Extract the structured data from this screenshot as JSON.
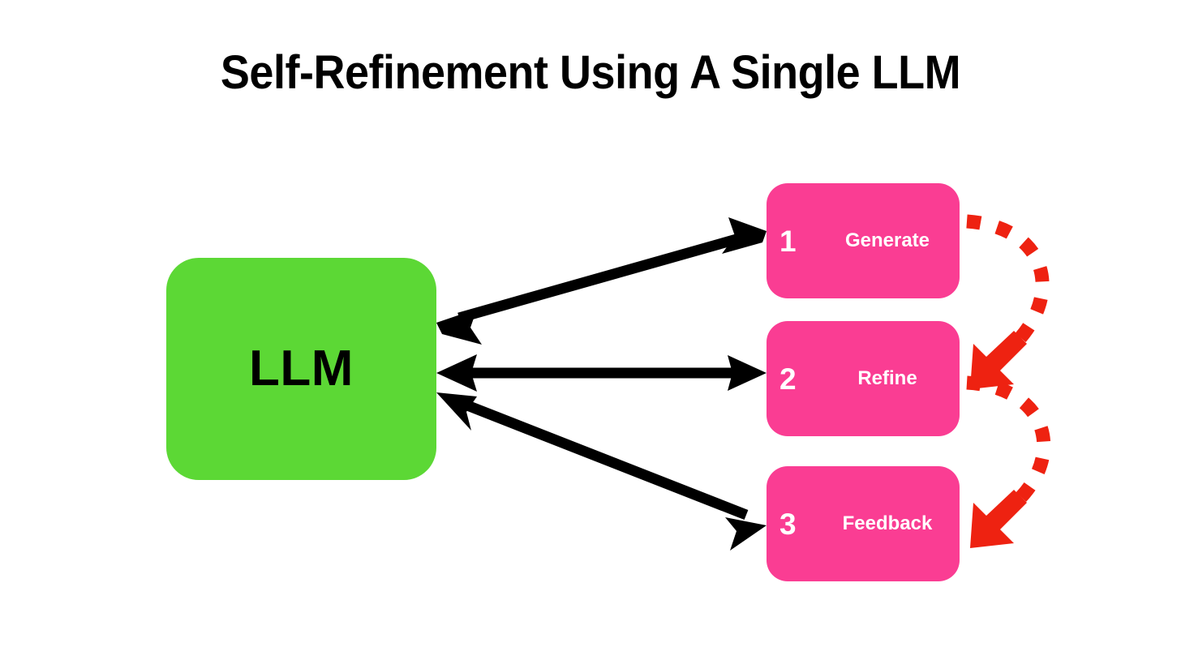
{
  "title": "Self-Refinement Using A Single LLM",
  "colors": {
    "background": "#ffffff",
    "green": "#5CD835",
    "pink": "#FA3D93",
    "red": "#EE2211",
    "black": "#000000",
    "white": "#ffffff"
  },
  "llm": {
    "label": "LLM"
  },
  "steps": [
    {
      "number": "1",
      "label": "Generate"
    },
    {
      "number": "2",
      "label": "Refine"
    },
    {
      "number": "3",
      "label": "Feedback"
    }
  ],
  "connections": {
    "black_bidirectional": [
      {
        "from": "LLM",
        "to": "Generate"
      },
      {
        "from": "LLM",
        "to": "Refine"
      },
      {
        "from": "LLM",
        "to": "Feedback"
      }
    ],
    "red_dotted": [
      {
        "from": "Generate",
        "to": "Refine"
      },
      {
        "from": "Refine",
        "to": "Feedback"
      }
    ]
  }
}
